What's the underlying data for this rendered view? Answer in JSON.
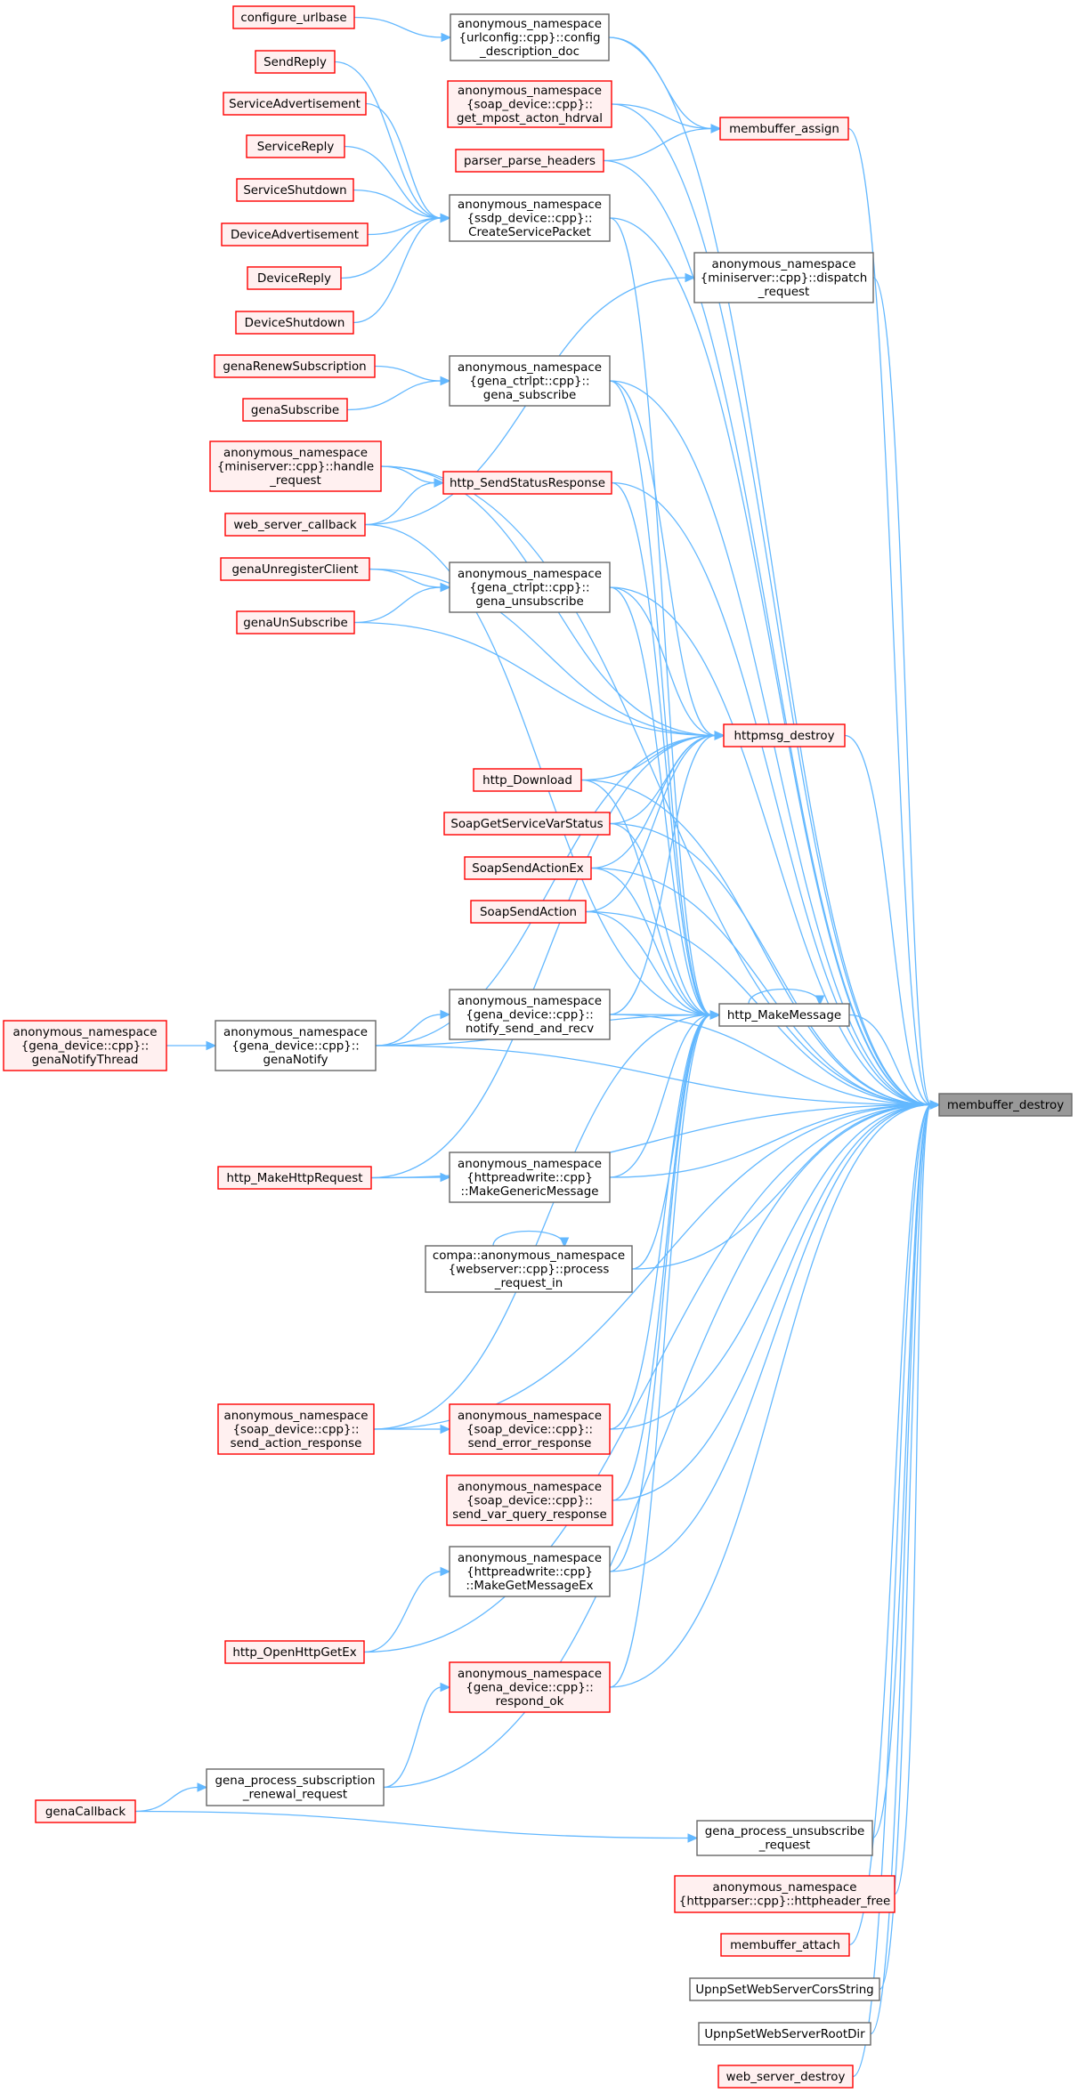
{
  "colors": {
    "edge": "#63b8ff",
    "red_border": "#ff0000",
    "red_fill": "#fff0f0",
    "gray_border": "#666666",
    "white_fill": "#ffffff",
    "focus_fill": "#999999",
    "focus_border": "#666666"
  },
  "nodes": [
    {
      "id": "membuffer_destroy",
      "lines": [
        "membuffer_destroy"
      ],
      "style": "focus"
    },
    {
      "id": "configure_urlbase",
      "lines": [
        "configure_urlbase"
      ],
      "style": "red"
    },
    {
      "id": "config_description_doc",
      "lines": [
        "anonymous_namespace",
        "{urlconfig::cpp}::config",
        "_description_doc"
      ],
      "style": "gray"
    },
    {
      "id": "get_mpost_acton_hdrval",
      "lines": [
        "anonymous_namespace",
        "{soap_device::cpp}::",
        "get_mpost_acton_hdrval"
      ],
      "style": "red"
    },
    {
      "id": "membuffer_assign",
      "lines": [
        "membuffer_assign"
      ],
      "style": "red"
    },
    {
      "id": "parser_parse_headers",
      "lines": [
        "parser_parse_headers"
      ],
      "style": "red"
    },
    {
      "id": "SendReply",
      "lines": [
        "SendReply"
      ],
      "style": "red"
    },
    {
      "id": "ServiceAdvertisement",
      "lines": [
        "ServiceAdvertisement"
      ],
      "style": "red"
    },
    {
      "id": "ServiceReply",
      "lines": [
        "ServiceReply"
      ],
      "style": "red"
    },
    {
      "id": "ServiceShutdown",
      "lines": [
        "ServiceShutdown"
      ],
      "style": "red"
    },
    {
      "id": "DeviceAdvertisement",
      "lines": [
        "DeviceAdvertisement"
      ],
      "style": "red"
    },
    {
      "id": "DeviceReply",
      "lines": [
        "DeviceReply"
      ],
      "style": "red"
    },
    {
      "id": "DeviceShutdown",
      "lines": [
        "DeviceShutdown"
      ],
      "style": "red"
    },
    {
      "id": "CreateServicePacket",
      "lines": [
        "anonymous_namespace",
        "{ssdp_device::cpp}::",
        "CreateServicePacket"
      ],
      "style": "gray"
    },
    {
      "id": "dispatch_request",
      "lines": [
        "anonymous_namespace",
        "{miniserver::cpp}::dispatch",
        "_request"
      ],
      "style": "gray"
    },
    {
      "id": "genaRenewSubscription",
      "lines": [
        "genaRenewSubscription"
      ],
      "style": "red"
    },
    {
      "id": "genaSubscribe",
      "lines": [
        "genaSubscribe"
      ],
      "style": "red"
    },
    {
      "id": "gena_subscribe",
      "lines": [
        "anonymous_namespace",
        "{gena_ctrlpt::cpp}::",
        "gena_subscribe"
      ],
      "style": "gray"
    },
    {
      "id": "handle_request",
      "lines": [
        "anonymous_namespace",
        "{miniserver::cpp}::handle",
        "_request"
      ],
      "style": "red"
    },
    {
      "id": "http_SendStatusResponse",
      "lines": [
        "http_SendStatusResponse"
      ],
      "style": "red"
    },
    {
      "id": "web_server_callback",
      "lines": [
        "web_server_callback"
      ],
      "style": "red"
    },
    {
      "id": "genaUnregisterClient",
      "lines": [
        "genaUnregisterClient"
      ],
      "style": "red"
    },
    {
      "id": "genaUnSubscribe",
      "lines": [
        "genaUnSubscribe"
      ],
      "style": "red"
    },
    {
      "id": "gena_unsubscribe",
      "lines": [
        "anonymous_namespace",
        "{gena_ctrlpt::cpp}::",
        "gena_unsubscribe"
      ],
      "style": "gray"
    },
    {
      "id": "httpmsg_destroy",
      "lines": [
        "httpmsg_destroy"
      ],
      "style": "red"
    },
    {
      "id": "http_Download",
      "lines": [
        "http_Download"
      ],
      "style": "red"
    },
    {
      "id": "SoapGetServiceVarStatus",
      "lines": [
        "SoapGetServiceVarStatus"
      ],
      "style": "red"
    },
    {
      "id": "SoapSendActionEx",
      "lines": [
        "SoapSendActionEx"
      ],
      "style": "red"
    },
    {
      "id": "SoapSendAction",
      "lines": [
        "SoapSendAction"
      ],
      "style": "red"
    },
    {
      "id": "notify_send_and_recv",
      "lines": [
        "anonymous_namespace",
        "{gena_device::cpp}::",
        "notify_send_and_recv"
      ],
      "style": "gray"
    },
    {
      "id": "http_MakeMessage",
      "lines": [
        "http_MakeMessage"
      ],
      "style": "gray"
    },
    {
      "id": "genaNotifyThread",
      "lines": [
        "anonymous_namespace",
        "{gena_device::cpp}::",
        "genaNotifyThread"
      ],
      "style": "red"
    },
    {
      "id": "genaNotify",
      "lines": [
        "anonymous_namespace",
        "{gena_device::cpp}::",
        "genaNotify"
      ],
      "style": "gray"
    },
    {
      "id": "http_MakeHttpRequest",
      "lines": [
        "http_MakeHttpRequest"
      ],
      "style": "red"
    },
    {
      "id": "MakeGenericMessage",
      "lines": [
        "anonymous_namespace",
        "{httpreadwrite::cpp}",
        "::MakeGenericMessage"
      ],
      "style": "gray"
    },
    {
      "id": "process_request_in",
      "lines": [
        "compa::anonymous_namespace",
        "{webserver::cpp}::process",
        "_request_in"
      ],
      "style": "gray"
    },
    {
      "id": "send_action_response",
      "lines": [
        "anonymous_namespace",
        "{soap_device::cpp}::",
        "send_action_response"
      ],
      "style": "red"
    },
    {
      "id": "send_error_response",
      "lines": [
        "anonymous_namespace",
        "{soap_device::cpp}::",
        "send_error_response"
      ],
      "style": "red"
    },
    {
      "id": "send_var_query_response",
      "lines": [
        "anonymous_namespace",
        "{soap_device::cpp}::",
        "send_var_query_response"
      ],
      "style": "red"
    },
    {
      "id": "MakeGetMessageEx",
      "lines": [
        "anonymous_namespace",
        "{httpreadwrite::cpp}",
        "::MakeGetMessageEx"
      ],
      "style": "gray"
    },
    {
      "id": "http_OpenHttpGetEx",
      "lines": [
        "http_OpenHttpGetEx"
      ],
      "style": "red"
    },
    {
      "id": "respond_ok",
      "lines": [
        "anonymous_namespace",
        "{gena_device::cpp}::",
        "respond_ok"
      ],
      "style": "red"
    },
    {
      "id": "gena_process_subscription_renewal_request",
      "lines": [
        "gena_process_subscription",
        "_renewal_request"
      ],
      "style": "gray"
    },
    {
      "id": "genaCallback",
      "lines": [
        "genaCallback"
      ],
      "style": "red"
    },
    {
      "id": "gena_process_unsubscribe_request",
      "lines": [
        "gena_process_unsubscribe",
        "_request"
      ],
      "style": "gray"
    },
    {
      "id": "httpheader_free",
      "lines": [
        "anonymous_namespace",
        "{httpparser::cpp}::httpheader_free"
      ],
      "style": "red"
    },
    {
      "id": "membuffer_attach",
      "lines": [
        "membuffer_attach"
      ],
      "style": "red"
    },
    {
      "id": "UpnpSetWebServerCorsString",
      "lines": [
        "UpnpSetWebServerCorsString"
      ],
      "style": "gray"
    },
    {
      "id": "UpnpSetWebServerRootDir",
      "lines": [
        "UpnpSetWebServerRootDir"
      ],
      "style": "gray"
    },
    {
      "id": "web_server_destroy",
      "lines": [
        "web_server_destroy"
      ],
      "style": "red"
    }
  ],
  "edges": [
    [
      "configure_urlbase",
      "config_description_doc"
    ],
    [
      "config_description_doc",
      "membuffer_destroy"
    ],
    [
      "config_description_doc",
      "membuffer_assign"
    ],
    [
      "get_mpost_acton_hdrval",
      "membuffer_assign"
    ],
    [
      "parser_parse_headers",
      "membuffer_assign"
    ],
    [
      "membuffer_assign",
      "membuffer_destroy"
    ],
    [
      "get_mpost_acton_hdrval",
      "membuffer_destroy"
    ],
    [
      "parser_parse_headers",
      "membuffer_destroy"
    ],
    [
      "SendReply",
      "CreateServicePacket"
    ],
    [
      "ServiceAdvertisement",
      "CreateServicePacket"
    ],
    [
      "ServiceReply",
      "CreateServicePacket"
    ],
    [
      "ServiceShutdown",
      "CreateServicePacket"
    ],
    [
      "DeviceAdvertisement",
      "CreateServicePacket"
    ],
    [
      "DeviceReply",
      "CreateServicePacket"
    ],
    [
      "DeviceShutdown",
      "CreateServicePacket"
    ],
    [
      "CreateServicePacket",
      "membuffer_destroy"
    ],
    [
      "CreateServicePacket",
      "http_MakeMessage"
    ],
    [
      "web_server_callback",
      "dispatch_request"
    ],
    [
      "dispatch_request",
      "membuffer_destroy"
    ],
    [
      "genaRenewSubscription",
      "gena_subscribe"
    ],
    [
      "genaSubscribe",
      "gena_subscribe"
    ],
    [
      "gena_subscribe",
      "membuffer_destroy"
    ],
    [
      "gena_subscribe",
      "httpmsg_destroy"
    ],
    [
      "gena_subscribe",
      "http_MakeMessage"
    ],
    [
      "handle_request",
      "http_SendStatusResponse"
    ],
    [
      "handle_request",
      "membuffer_destroy"
    ],
    [
      "handle_request",
      "httpmsg_destroy"
    ],
    [
      "web_server_callback",
      "http_SendStatusResponse"
    ],
    [
      "http_SendStatusResponse",
      "membuffer_destroy"
    ],
    [
      "http_SendStatusResponse",
      "http_MakeMessage"
    ],
    [
      "web_server_callback",
      "http_MakeMessage"
    ],
    [
      "genaUnregisterClient",
      "gena_unsubscribe"
    ],
    [
      "genaUnSubscribe",
      "gena_unsubscribe"
    ],
    [
      "genaUnregisterClient",
      "httpmsg_destroy"
    ],
    [
      "genaUnSubscribe",
      "httpmsg_destroy"
    ],
    [
      "gena_unsubscribe",
      "membuffer_destroy"
    ],
    [
      "gena_unsubscribe",
      "httpmsg_destroy"
    ],
    [
      "gena_unsubscribe",
      "http_MakeMessage"
    ],
    [
      "httpmsg_destroy",
      "membuffer_destroy"
    ],
    [
      "http_Download",
      "httpmsg_destroy"
    ],
    [
      "SoapGetServiceVarStatus",
      "httpmsg_destroy"
    ],
    [
      "SoapSendActionEx",
      "httpmsg_destroy"
    ],
    [
      "SoapSendAction",
      "httpmsg_destroy"
    ],
    [
      "http_Download",
      "membuffer_destroy"
    ],
    [
      "SoapGetServiceVarStatus",
      "membuffer_destroy"
    ],
    [
      "SoapSendActionEx",
      "membuffer_destroy"
    ],
    [
      "SoapSendAction",
      "membuffer_destroy"
    ],
    [
      "http_Download",
      "http_MakeMessage"
    ],
    [
      "SoapGetServiceVarStatus",
      "http_MakeMessage"
    ],
    [
      "SoapSendActionEx",
      "http_MakeMessage"
    ],
    [
      "SoapSendAction",
      "http_MakeMessage"
    ],
    [
      "notify_send_and_recv",
      "httpmsg_destroy"
    ],
    [
      "notify_send_and_recv",
      "http_MakeMessage"
    ],
    [
      "notify_send_and_recv",
      "membuffer_destroy"
    ],
    [
      "http_MakeMessage",
      "http_MakeMessage"
    ],
    [
      "http_MakeMessage",
      "membuffer_destroy"
    ],
    [
      "genaNotifyThread",
      "genaNotify"
    ],
    [
      "genaNotify",
      "notify_send_and_recv"
    ],
    [
      "genaNotify",
      "http_MakeMessage"
    ],
    [
      "genaNotify",
      "httpmsg_destroy"
    ],
    [
      "genaNotify",
      "membuffer_destroy"
    ],
    [
      "http_MakeHttpRequest",
      "MakeGenericMessage"
    ],
    [
      "http_MakeHttpRequest",
      "httpmsg_destroy"
    ],
    [
      "http_MakeHttpRequest",
      "membuffer_destroy"
    ],
    [
      "MakeGenericMessage",
      "http_MakeMessage"
    ],
    [
      "MakeGenericMessage",
      "membuffer_destroy"
    ],
    [
      "process_request_in",
      "process_request_in"
    ],
    [
      "process_request_in",
      "http_MakeMessage"
    ],
    [
      "process_request_in",
      "membuffer_destroy"
    ],
    [
      "send_action_response",
      "send_error_response"
    ],
    [
      "send_action_response",
      "http_MakeMessage"
    ],
    [
      "send_action_response",
      "membuffer_destroy"
    ],
    [
      "send_error_response",
      "http_MakeMessage"
    ],
    [
      "send_error_response",
      "membuffer_destroy"
    ],
    [
      "send_var_query_response",
      "http_MakeMessage"
    ],
    [
      "send_var_query_response",
      "membuffer_destroy"
    ],
    [
      "http_OpenHttpGetEx",
      "MakeGetMessageEx"
    ],
    [
      "http_OpenHttpGetEx",
      "membuffer_destroy"
    ],
    [
      "MakeGetMessageEx",
      "http_MakeMessage"
    ],
    [
      "MakeGetMessageEx",
      "membuffer_destroy"
    ],
    [
      "respond_ok",
      "http_MakeMessage"
    ],
    [
      "respond_ok",
      "membuffer_destroy"
    ],
    [
      "gena_process_subscription_renewal_request",
      "respond_ok"
    ],
    [
      "gena_process_subscription_renewal_request",
      "membuffer_destroy"
    ],
    [
      "genaCallback",
      "gena_process_subscription_renewal_request"
    ],
    [
      "genaCallback",
      "gena_process_unsubscribe_request"
    ],
    [
      "gena_process_unsubscribe_request",
      "membuffer_destroy"
    ],
    [
      "httpheader_free",
      "membuffer_destroy"
    ],
    [
      "membuffer_attach",
      "membuffer_destroy"
    ],
    [
      "UpnpSetWebServerCorsString",
      "membuffer_destroy"
    ],
    [
      "UpnpSetWebServerRootDir",
      "membuffer_destroy"
    ],
    [
      "web_server_destroy",
      "membuffer_destroy"
    ]
  ]
}
